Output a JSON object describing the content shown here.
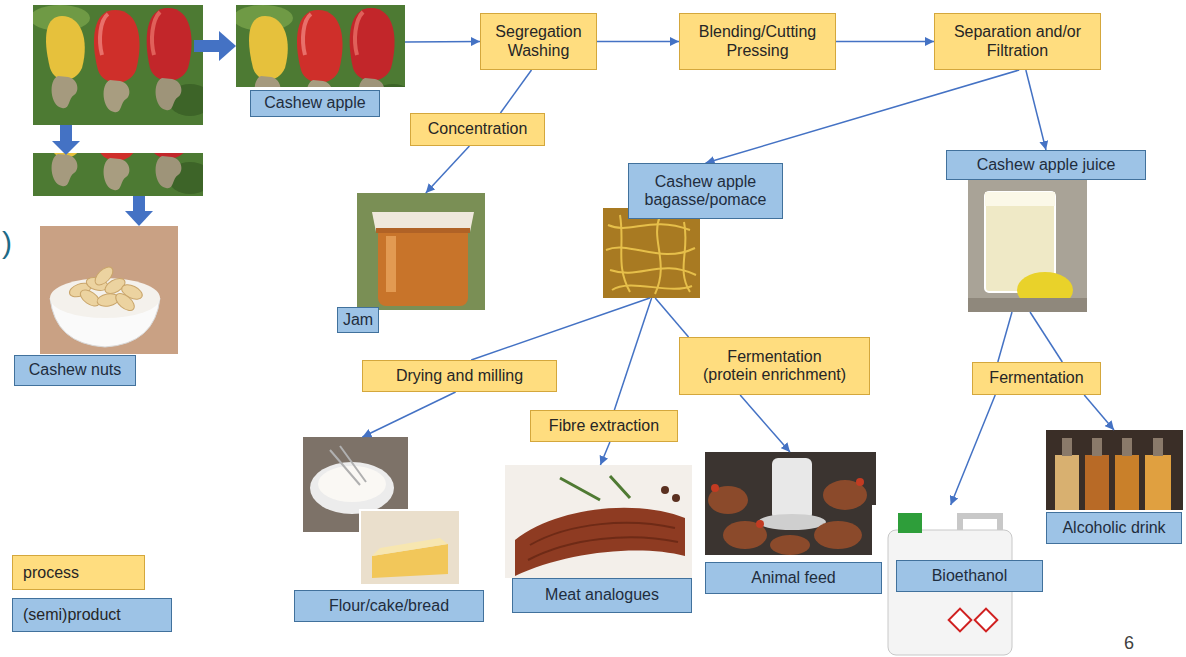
{
  "diagram": {
    "nodes": [
      {
        "text": [
          "Cashew apple"
        ]
      },
      {
        "text": [
          "Segregation Washing"
        ]
      },
      {
        "text": [
          "Blending/Cutting Pressing"
        ]
      },
      {
        "text": [
          "Separation and/or Filtration"
        ]
      },
      {
        "text": [
          "Concentration"
        ]
      },
      {
        "text": [
          "Cashew apple juice"
        ]
      },
      {
        "text": [
          "Cashew apple bagasse/pomace"
        ]
      },
      {
        "text": [
          "Jam"
        ]
      },
      {
        "text": [
          "Cashew nuts"
        ]
      },
      {
        "text": [
          "Drying and milling"
        ]
      },
      {
        "text": [
          "Fermentation (protein enrichment)"
        ]
      },
      {
        "text": [
          "Fermentation"
        ]
      },
      {
        "text": [
          "Fibre extraction"
        ]
      },
      {
        "text": [
          "Alcoholic drink"
        ]
      },
      {
        "text": [
          "Animal feed"
        ]
      },
      {
        "text": [
          "Bioethanol"
        ]
      },
      {
        "text": [
          "Meat analogues"
        ]
      },
      {
        "text": [
          "Flour/cake/bread"
        ]
      }
    ],
    "edges": [
      {
        "from": 0,
        "to": 1,
        "arrow": "to"
      },
      {
        "from": 1,
        "to": 2,
        "arrow": "to"
      },
      {
        "from": 2,
        "to": 3,
        "arrow": "to"
      },
      {
        "from": 1,
        "to": 4,
        "arrow": "none"
      },
      {
        "from": 4,
        "to": 7,
        "arrow": "to"
      },
      {
        "from": 3,
        "to": 6,
        "arrow": "to"
      },
      {
        "from": 3,
        "to": 5,
        "arrow": "to"
      },
      {
        "from": 6,
        "to": 9,
        "arrow": "none"
      },
      {
        "from": 6,
        "to": 12,
        "arrow": "none"
      },
      {
        "from": 6,
        "to": 10,
        "arrow": "none"
      },
      {
        "from": 5,
        "to": 11,
        "arrow": "none"
      },
      {
        "from": 5,
        "to": 11,
        "arrow": "none"
      },
      {
        "from": 9,
        "to": 17,
        "arrow": "to"
      },
      {
        "from": 12,
        "to": 16,
        "arrow": "to"
      },
      {
        "from": 10,
        "to": 14,
        "arrow": "to"
      },
      {
        "from": 11,
        "to": 15,
        "arrow": "to"
      },
      {
        "from": 11,
        "to": 13,
        "arrow": "to"
      }
    ],
    "labels": [
      ")",
      "6"
    ],
    "legend": [
      {
        "text": "process",
        "color": "#ffdd7f"
      },
      {
        "text": "(semi)product",
        "color": "#9dc3e6"
      }
    ]
  }
}
